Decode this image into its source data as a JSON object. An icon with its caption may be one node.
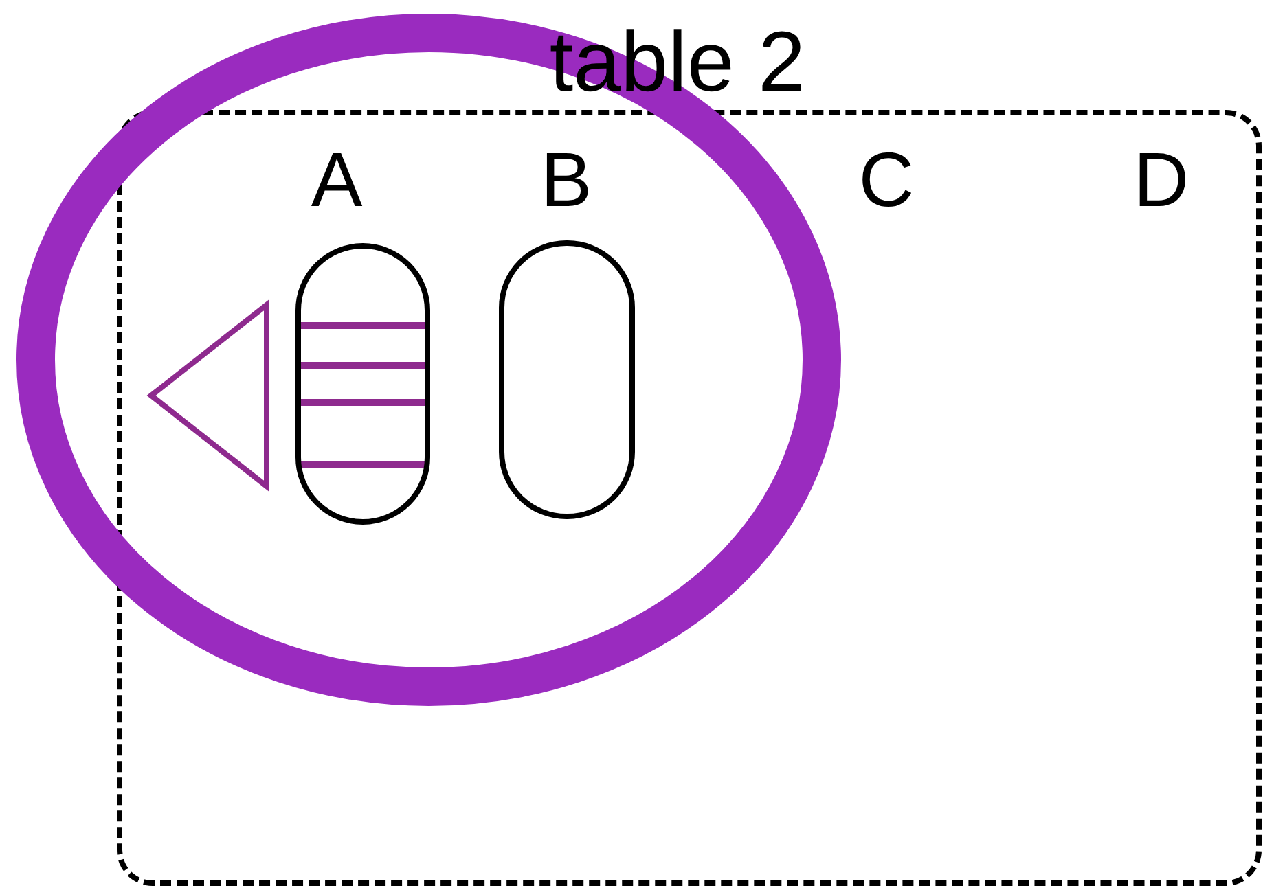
{
  "diagram": {
    "nodes": [
      {
        "text": [
          "table 2"
        ]
      },
      {
        "text": [],
        "shape": "triangle"
      },
      {
        "text": [],
        "shape": "box"
      },
      {
        "text": [],
        "shape": "box"
      },
      {
        "text": [],
        "shape": "ellipse"
      }
    ],
    "labels": [
      "A",
      "B",
      "C",
      "D"
    ]
  }
}
